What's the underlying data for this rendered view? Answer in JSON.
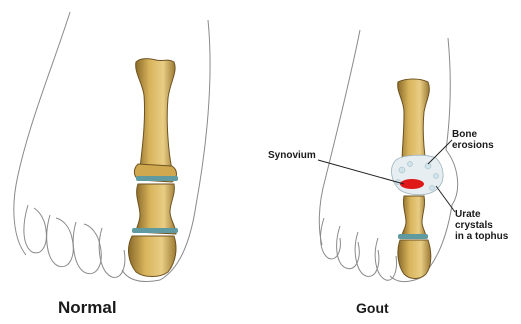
{
  "panels": {
    "normal": {
      "label": "Normal"
    },
    "gout": {
      "label": "Gout"
    }
  },
  "annotations": {
    "synovium": "Synovium",
    "bone_erosions": [
      "Bone",
      "erosions"
    ],
    "urate_crystals": [
      "Urate crystals",
      "in a tophus"
    ]
  },
  "colors": {
    "bone": "#d8b45c",
    "bone_shadow": "#8a6a2a",
    "cartilage": "#5f9aa0",
    "inflamed_synovium": "#e01818",
    "crystal": "#cfe3ea",
    "outline": "#8a8a8a"
  }
}
